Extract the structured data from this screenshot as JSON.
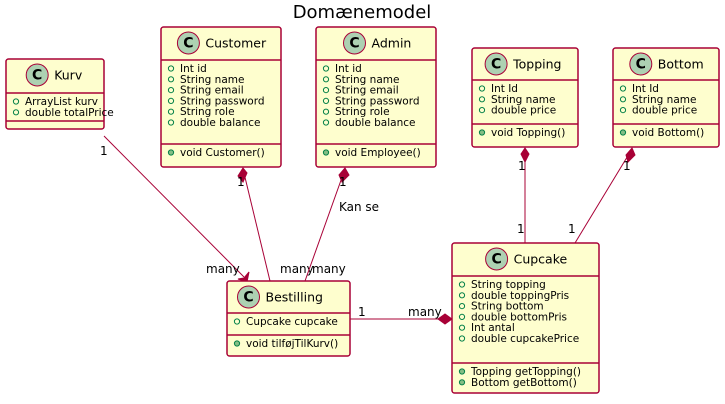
{
  "title": "Domænemodel",
  "badge_letter": "C",
  "colors": {
    "class_fill": "#FEFECE",
    "class_border": "#A80036",
    "badge_fill": "#ADD1B2",
    "visibility_marker": "#038048"
  },
  "classes": {
    "kurv": {
      "name": "Kurv",
      "attributes": [
        "ArrayList kurv",
        "double totalPrice"
      ],
      "methods": []
    },
    "customer": {
      "name": "Customer",
      "attributes": [
        "Int id",
        "String name",
        "String email",
        "String password",
        "String role",
        "double balance"
      ],
      "methods": [
        "void Customer()"
      ]
    },
    "admin": {
      "name": "Admin",
      "attributes": [
        "Int id",
        "String name",
        "String email",
        "String password",
        "String role",
        "double balance"
      ],
      "methods": [
        "void Employee()"
      ]
    },
    "topping": {
      "name": "Topping",
      "attributes": [
        "Int Id",
        "String name",
        "double price"
      ],
      "methods": [
        "void Topping()"
      ]
    },
    "bottom": {
      "name": "Bottom",
      "attributes": [
        "Int Id",
        "String name",
        "double price"
      ],
      "methods": [
        "void Bottom()"
      ]
    },
    "bestilling": {
      "name": "Bestilling",
      "attributes": [
        "Cupcake cupcake"
      ],
      "methods": [
        "void tilføjTilKurv()"
      ]
    },
    "cupcake": {
      "name": "Cupcake",
      "attributes": [
        "String topping",
        "double toppingPris",
        "String bottom",
        "double bottomPris",
        "Int antal",
        "double cupcakePrice"
      ],
      "methods": [
        "Topping getTopping()",
        "Bottom getBottom()"
      ]
    }
  },
  "relations": [
    {
      "from": "kurv",
      "to": "bestilling",
      "from_mult": "1",
      "to_mult": "many",
      "label": ""
    },
    {
      "from": "customer",
      "to": "bestilling",
      "from_mult": "1",
      "to_mult": "many",
      "label": ""
    },
    {
      "from": "admin",
      "to": "bestilling",
      "from_mult": "1",
      "to_mult": "many",
      "label": "Kan se"
    },
    {
      "from": "bestilling",
      "to": "cupcake",
      "from_mult": "1",
      "to_mult": "many",
      "label": ""
    },
    {
      "from": "topping",
      "to": "cupcake",
      "from_mult": "1",
      "to_mult": "1",
      "label": ""
    },
    {
      "from": "bottom",
      "to": "cupcake",
      "from_mult": "1",
      "to_mult": "1",
      "label": ""
    }
  ]
}
